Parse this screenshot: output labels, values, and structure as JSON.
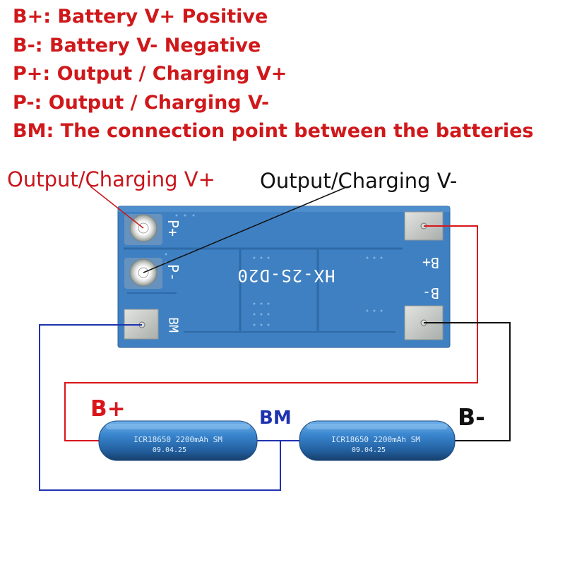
{
  "legend": [
    "B+: Battery V+ Positive",
    "B-: Battery V- Negative",
    "P+: Output / Charging V+",
    "P-: Output / Charging V-",
    "BM: The connection point between the batteries"
  ],
  "callouts": {
    "output_positive": "Output/Charging V+",
    "output_negative": "Output/Charging V-"
  },
  "board": {
    "model": "HX-2S-D20",
    "pad_p_plus": "P+",
    "pad_p_minus": "P-",
    "pad_bm": "BM",
    "pad_b_plus": "B+",
    "pad_b_minus": "B-"
  },
  "wire_labels": {
    "b_plus": "B+",
    "bm": "BM",
    "b_minus": "B-"
  },
  "batteries": [
    {
      "line1": "ICR18650 2200mAh SM",
      "line2": "09.04.25"
    },
    {
      "line1": "ICR18650 2200mAh SM",
      "line2": "09.04.25"
    }
  ],
  "colors": {
    "legend_text": "#d0181b",
    "wire_positive": "#d8161c",
    "wire_negative": "#111111",
    "wire_bm": "#1f33b0",
    "board": "#3d7fc4",
    "battery": "#2c6fb3"
  }
}
